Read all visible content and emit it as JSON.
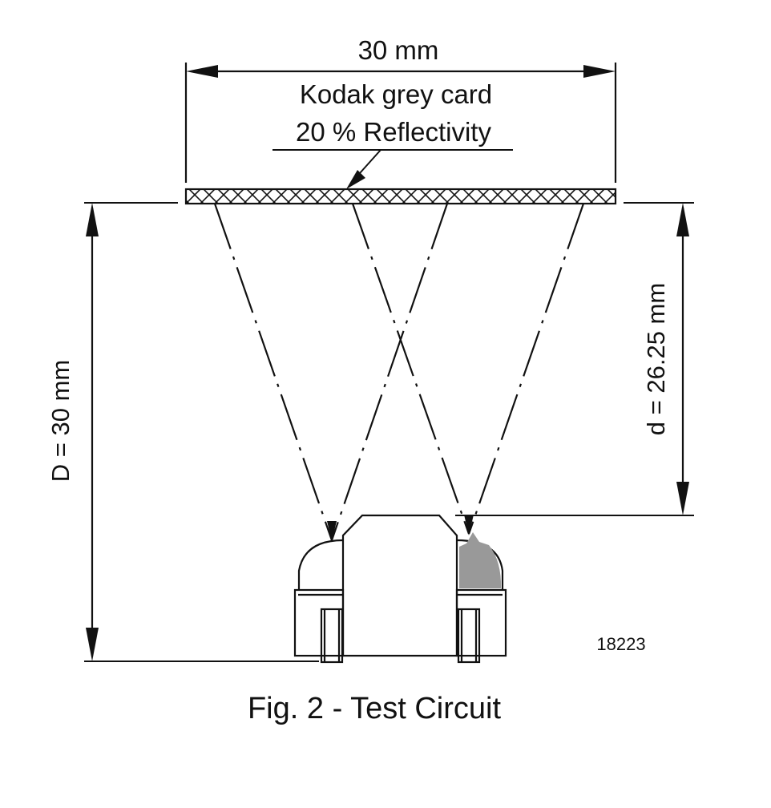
{
  "figure": {
    "width_label": "30 mm",
    "card_label_line1": "Kodak grey card",
    "card_label_line2": "20 % Reflectivity",
    "distance_D_label": "D = 30 mm",
    "distance_d_label": "d = 26.25 mm",
    "part_number": "18223",
    "caption": "Fig. 2 - Test Circuit"
  },
  "colors": {
    "line": "#111111",
    "shaded_detector": "#999999",
    "background": "#ffffff"
  }
}
